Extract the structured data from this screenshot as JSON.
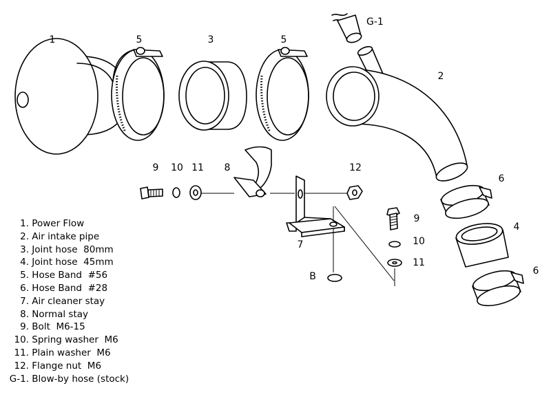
{
  "callouts": {
    "c1": "1",
    "c2": "2",
    "c3": "3",
    "c4": "4",
    "c5a": "5",
    "c5b": "5",
    "c6a": "6",
    "c6b": "6",
    "c7": "7",
    "c8": "8",
    "c9a": "9",
    "c9b": "9",
    "c10a": "10",
    "c10b": "10",
    "c11a": "11",
    "c11b": "11",
    "c12": "12",
    "cB": "B",
    "cG1": "G-1"
  },
  "legend": [
    {
      "num": "1.",
      "text": "Power Flow"
    },
    {
      "num": "2.",
      "text": "Air intake pipe"
    },
    {
      "num": "3.",
      "text": "Joint hose  80mm"
    },
    {
      "num": "4.",
      "text": "Joint hose  45mm"
    },
    {
      "num": "5.",
      "text": "Hose Band  #56"
    },
    {
      "num": "6.",
      "text": "Hose Band  #28"
    },
    {
      "num": "7.",
      "text": "Air cleaner stay"
    },
    {
      "num": "8.",
      "text": "Normal stay"
    },
    {
      "num": "9.",
      "text": "Bolt  M6-15"
    },
    {
      "num": "10.",
      "text": "Spring washer  M6"
    },
    {
      "num": "11.",
      "text": "Plain washer  M6"
    },
    {
      "num": "12.",
      "text": "Flange nut  M6"
    },
    {
      "num": "G-1.",
      "text": "Blow-by hose (stock)"
    }
  ]
}
